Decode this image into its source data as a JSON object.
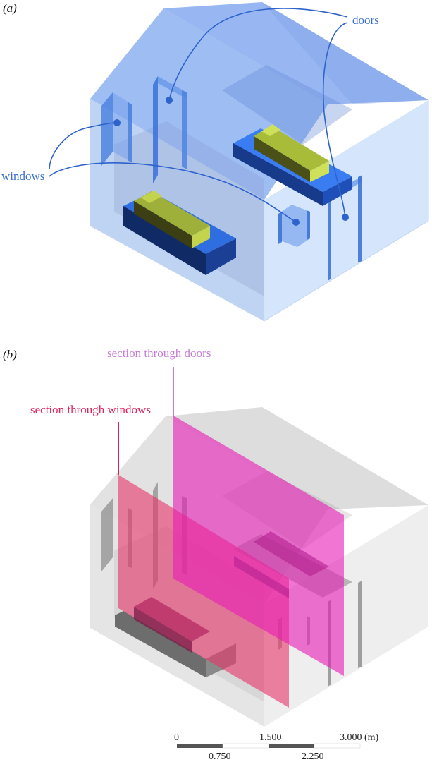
{
  "panel_a": {
    "letter": "(a)",
    "labels": {
      "doors": "doors",
      "windows": "windows"
    },
    "label_color": "#3a6fd1"
  },
  "panel_b": {
    "letter": "(b)",
    "labels": {
      "section_doors": "section through doors",
      "section_windows": "section through windows"
    },
    "colors": {
      "section_doors": "#c77ad8",
      "section_windows": "#e0225a",
      "plane_doors": "#e81ab7",
      "plane_windows": "#e8336b"
    }
  },
  "scale_bar": {
    "top_ticks": [
      "0",
      "1.500",
      "3.000 (m)"
    ],
    "bottom_ticks": [
      "0.750",
      "2.250"
    ]
  }
}
